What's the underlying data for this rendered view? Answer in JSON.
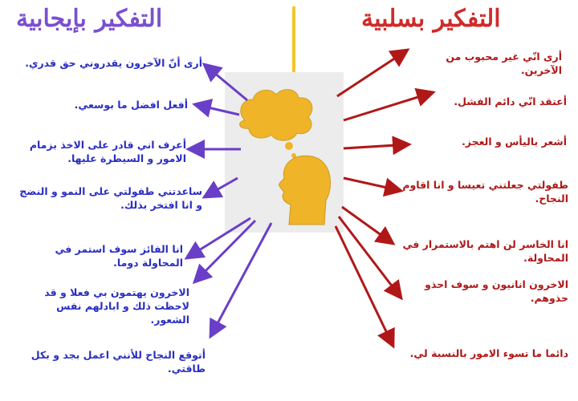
{
  "titles": {
    "positive": "التفكير بإيجابية",
    "negative": "التفكير بسلبية"
  },
  "positive_items": [
    "أرى أنّ الآخرون يقدروني حق قدري.",
    "أفعل افضل ما بوسعي.",
    "أعرف اني قادر على الاخذ بزمام الامور و السيطرة عليها.",
    "ساعدتني طفولتي على النمو و النضج و انا افتخر بذلك.",
    "انا الفائز سوف استمر في المحاولة دوما.",
    "الاخرون يهتمون بي فعلا و قد لاحظت ذلك  و ابادلهم نفس الشعور.",
    "أتوقع النجاح للأنني اعمل بجد و بكل طاقتي."
  ],
  "negative_items": [
    "أرى انّي غير محبوب من الآخرين.",
    "أعتقد انّي دائم الفشل.",
    "أشعر باليأس و العجز.",
    "طفولتي جعلتني تعيسا و انا اقاوم النجاح.",
    "انا الخاسر لن اهتم بالاستمرار في المحاولة.",
    "الاخرون انانيون  و سوف احذو حذوهم.",
    "دائما ما تسوء الامور بالنسبة لي."
  ],
  "colors": {
    "positive": "#2a2ec2",
    "positive_title": "#7a4fd1",
    "negative": "#b01818",
    "negative_title": "#d12a2a",
    "arrow_positive": "#6a3fc7",
    "arrow_negative": "#b01818",
    "head": "#f0b429",
    "divider": "#f2c62e"
  },
  "icons": [
    "thought-bubble-icon",
    "head-silhouette-icon"
  ]
}
